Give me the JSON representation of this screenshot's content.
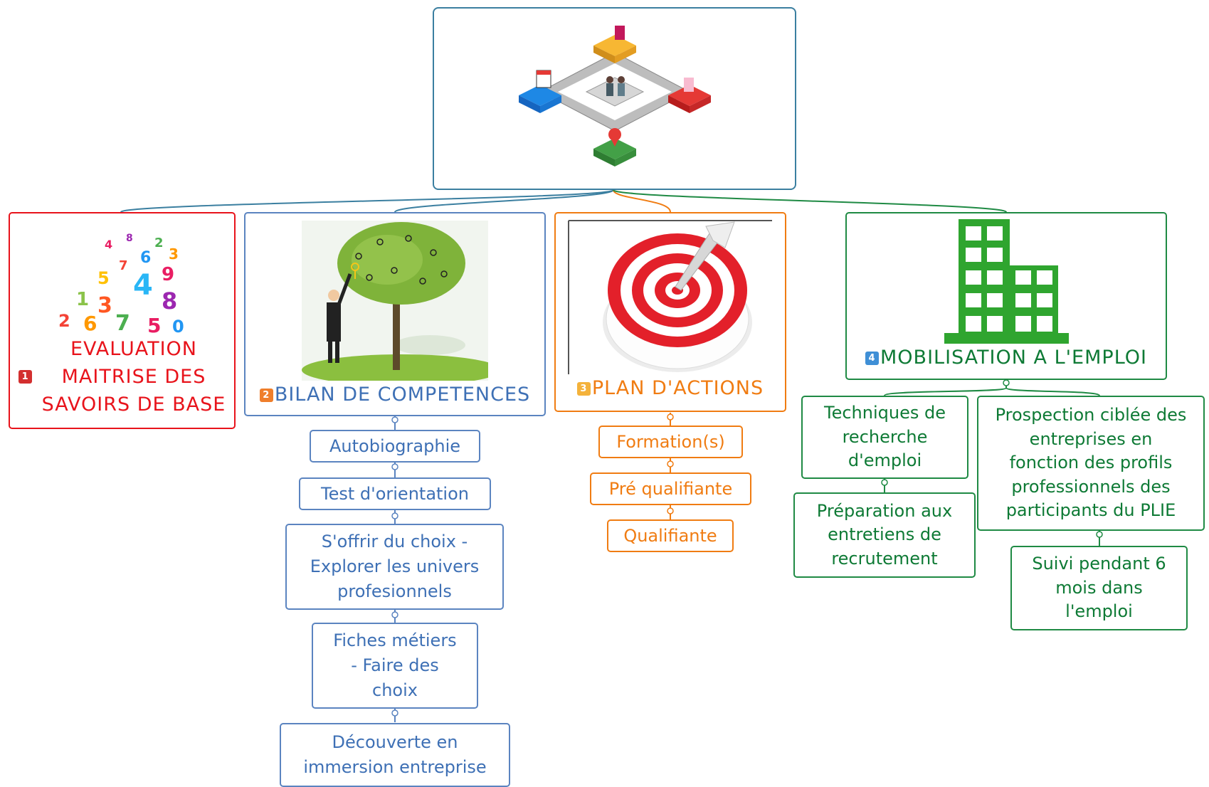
{
  "colors": {
    "root": "#3b7fa0",
    "blue": "#5b84c0",
    "red": "#e8131b",
    "orange": "#f07c12",
    "green": "#1f8a44"
  },
  "root": {
    "image": "board-game-path-illustration"
  },
  "branches": {
    "evaluation": {
      "badge": "1",
      "lines": [
        "EVALUATION",
        "MAITRISE DES",
        "SAVOIRS DE BASE"
      ],
      "image": "colorful-numbers-illustration"
    },
    "bilan": {
      "badge": "2",
      "label": "BILAN DE COMPETENCES",
      "image": "tree-with-keys-illustration",
      "children": [
        [
          "Autobiographie"
        ],
        [
          "Test d'orientation"
        ],
        [
          "S'offrir du choix -",
          "Explorer les univers",
          "profesionnels"
        ],
        [
          "Fiches métiers",
          "- Faire des",
          "choix"
        ],
        [
          "Découverte en",
          "immersion entreprise"
        ]
      ]
    },
    "plan": {
      "badge": "3",
      "label": "PLAN D'ACTIONS",
      "image": "target-dart-illustration",
      "children": [
        [
          "Formation(s)"
        ],
        [
          "Pré qualifiante"
        ],
        [
          "Qualifiante"
        ]
      ]
    },
    "mobilisation": {
      "badge": "4",
      "label": "MOBILISATION A L'EMPLOI",
      "image": "building-icon",
      "left_children": [
        [
          "Techniques de",
          "recherche",
          "d'emploi"
        ],
        [
          "Préparation aux",
          "entretiens de",
          "recrutement"
        ]
      ],
      "right_children": [
        [
          "Prospection ciblée des",
          "entreprises en",
          "fonction des profils",
          "professionnels des",
          "participants du PLIE"
        ],
        [
          "Suivi pendant 6",
          "mois dans",
          "l'emploi"
        ]
      ]
    }
  }
}
